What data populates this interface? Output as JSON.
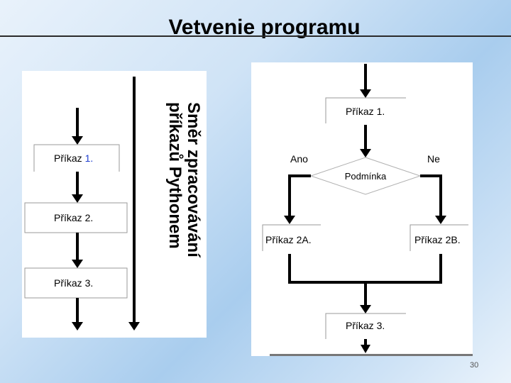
{
  "slide": {
    "title": "Vetvenie programu",
    "page_number": "30"
  },
  "left_diagram": {
    "commands": [
      {
        "prefix": "Příkaz ",
        "number": "1."
      },
      {
        "prefix": "Příkaz 2.",
        "number": ""
      },
      {
        "prefix": "Příkaz 3.",
        "number": ""
      }
    ],
    "direction_label_line1": "Směr zpracovávání",
    "direction_label_line2": "příkazů Pythonem"
  },
  "right_diagram": {
    "command_1": "Příkaz 1.",
    "condition": "Podmínka",
    "yes_label": "Ano",
    "no_label": "Ne",
    "branch_a": "Příkaz 2A.",
    "branch_b": "Příkaz 2B.",
    "command_3": "Příkaz 3."
  },
  "colors": {
    "accent_blue": "#1f3fd0",
    "line": "#000000",
    "box_border": "#9a9a9a",
    "diamond_border": "#b0b0b0"
  }
}
